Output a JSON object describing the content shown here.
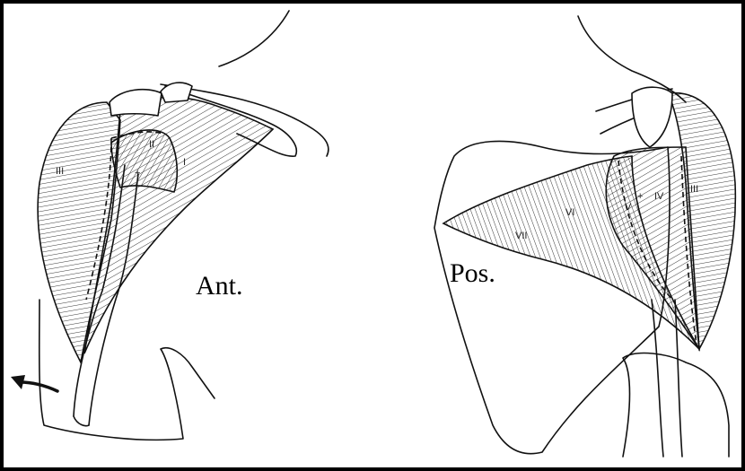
{
  "views": {
    "anterior": {
      "label": "Ant.",
      "regions": [
        "I",
        "II",
        "III"
      ]
    },
    "posterior": {
      "label": "Pos.",
      "regions": [
        "III",
        "IV",
        "V",
        "VI",
        "VII"
      ]
    }
  },
  "colors": {
    "background": "#000000",
    "paper": "#ffffff",
    "ink": "#111111"
  }
}
